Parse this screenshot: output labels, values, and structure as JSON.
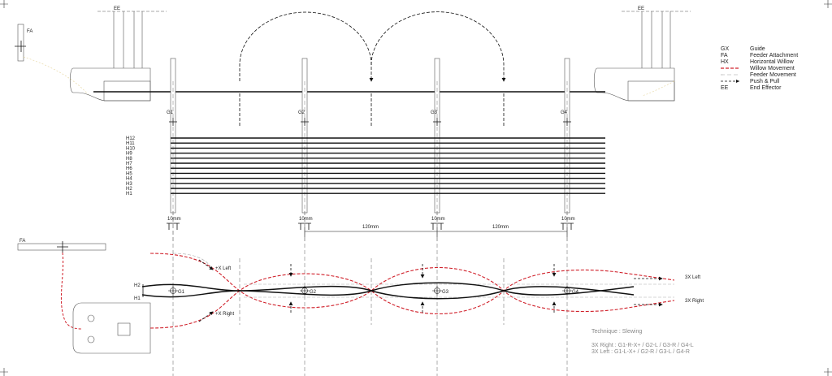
{
  "labels": {
    "ee": "EE",
    "fa": "FA",
    "guides": [
      "G1",
      "G2",
      "G3",
      "G4"
    ],
    "willows": [
      "H12",
      "H11",
      "H10",
      "H9",
      "H8",
      "H7",
      "H6",
      "H5",
      "H4",
      "H3",
      "H2",
      "H1"
    ],
    "dim_small": "10mm",
    "dim_large": "120mm",
    "h2": "H2",
    "h1": "H1",
    "x_left": "+X Left",
    "x_right": "+X Right",
    "three_x_left": "3X Left",
    "three_x_right": "3X Right"
  },
  "legend": [
    {
      "key": "GX",
      "desc": "Guide"
    },
    {
      "key": "FA",
      "desc": "Feeder Attachment"
    },
    {
      "key": "HX",
      "desc": "Horizontal Willow"
    },
    {
      "key": "",
      "desc": "Willow Movement",
      "color": "#d0202a"
    },
    {
      "key": "",
      "desc": "Feeder Movement"
    },
    {
      "key": "",
      "desc": "Push & Pull"
    },
    {
      "key": "EE",
      "desc": "End Effector"
    }
  ],
  "notes": {
    "technique": "Technique : Slewing",
    "right": "3X Right  : G1-R-X+ / G2-L / G3-R / G4-L",
    "left": "3X Left  : G1-L-X+ / G2-R / G3-L / G4-R"
  },
  "colors": {
    "willow_movement": "#d0202a",
    "line": "#111111"
  }
}
